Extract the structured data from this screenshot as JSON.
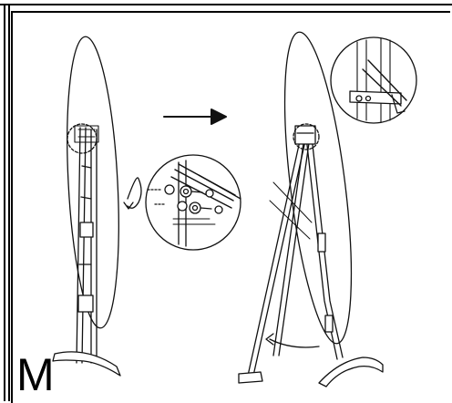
{
  "step_label": "M",
  "colors": {
    "ink": "#111111",
    "paper": "#ffffff",
    "frame": "#000000"
  },
  "figures": [
    {
      "name": "mirror-folded-view"
    },
    {
      "name": "mirror-standing-view"
    }
  ]
}
